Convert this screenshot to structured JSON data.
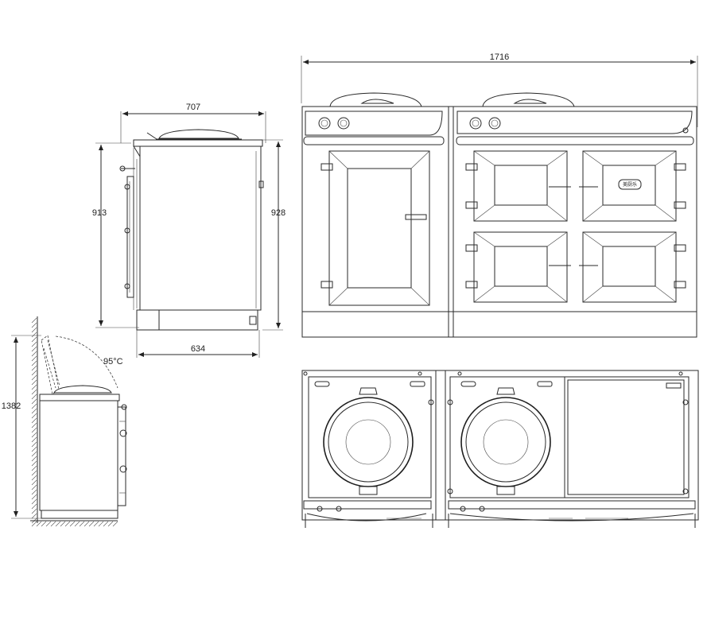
{
  "dimensions": {
    "top_width": "1716",
    "side_depth_top": "707",
    "side_height_left": "913",
    "side_height_right": "928",
    "side_depth_bottom": "634",
    "lid_open_height": "1382",
    "lid_angle": "95°C"
  },
  "badge_text": "美厨乐"
}
